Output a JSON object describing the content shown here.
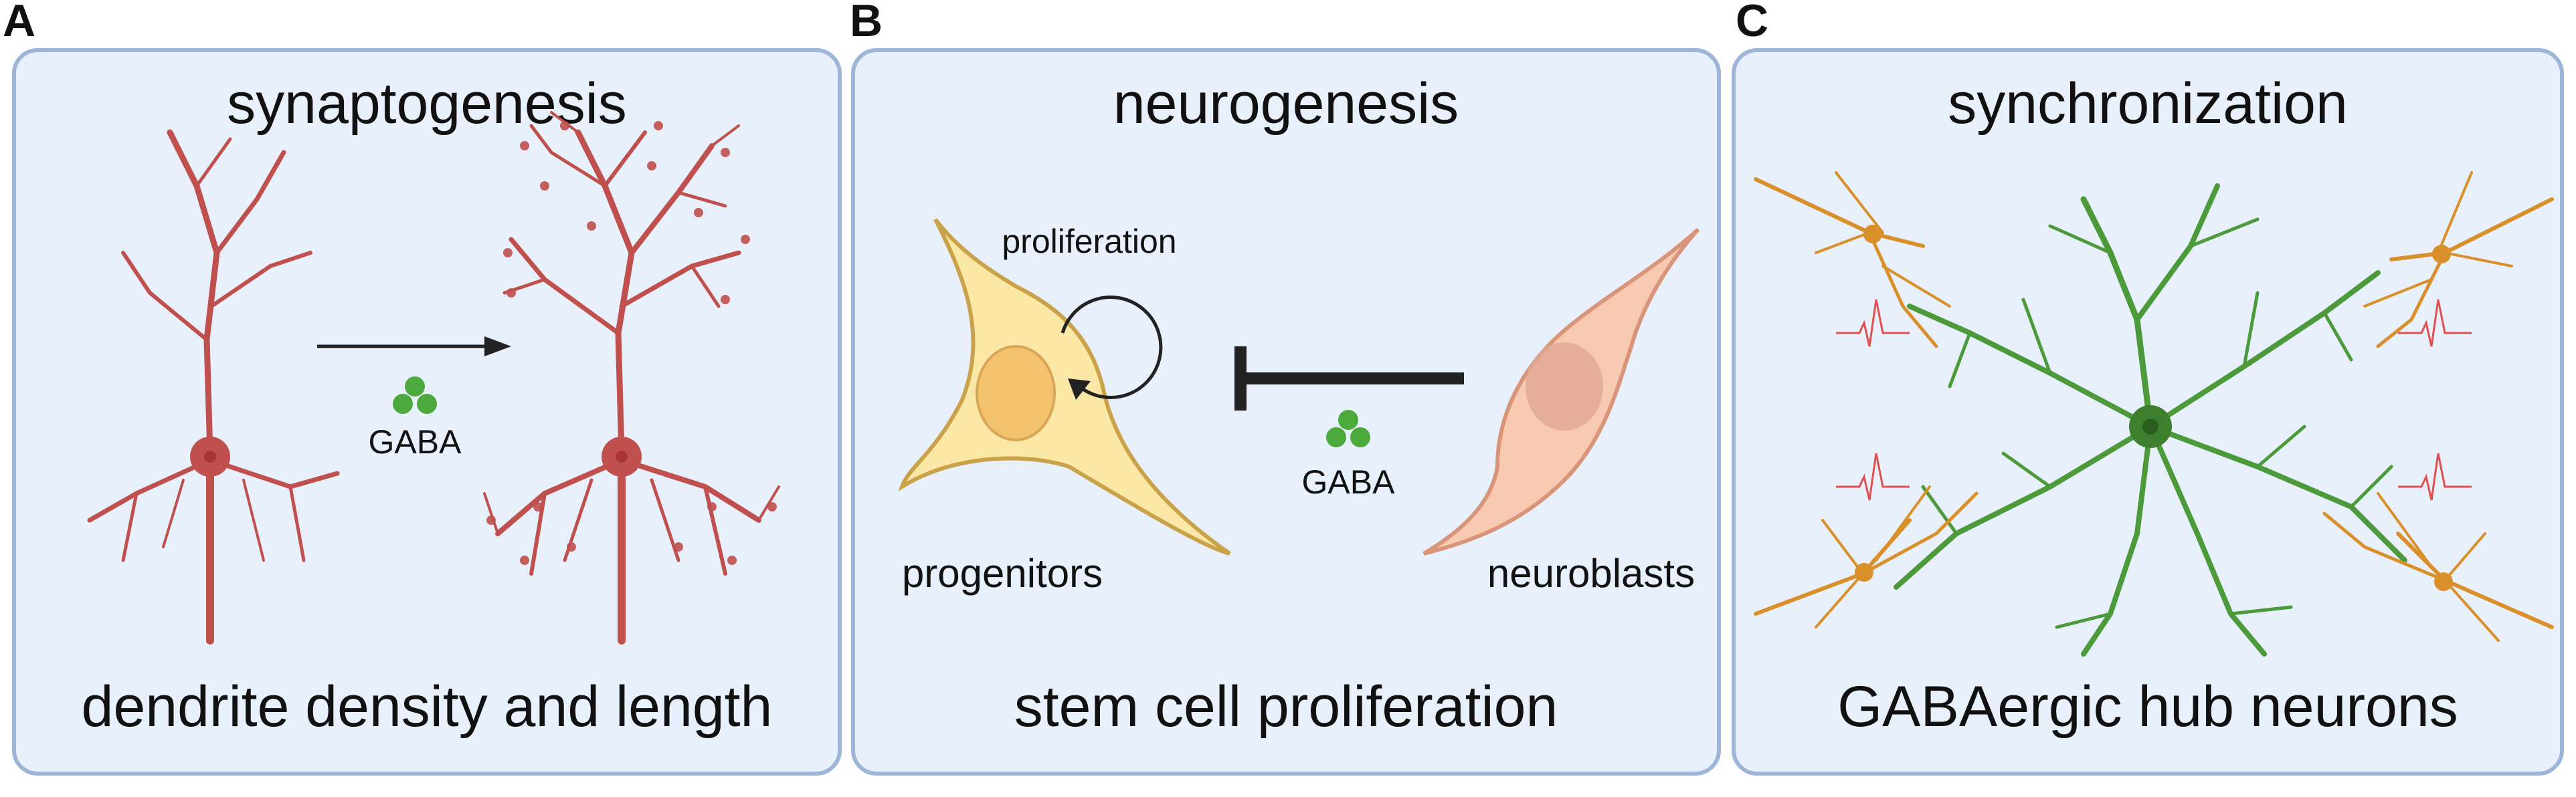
{
  "panels": [
    {
      "letter": "A",
      "title": "synaptogenesis",
      "footer": "dendrite density and length",
      "gaba": "GABA"
    },
    {
      "letter": "B",
      "title": "neurogenesis",
      "footer": "stem cell proliferation",
      "gaba": "GABA",
      "cycle_label": "proliferation",
      "left_cell": "progenitors",
      "right_cell": "neuroblasts"
    },
    {
      "letter": "C",
      "title": "synchronization",
      "footer": "GABAergic hub neurons"
    }
  ],
  "colors": {
    "panel_bg": "#e8f0fb",
    "panel_border": "#9fb5d8",
    "neuron_red": "#c0504d",
    "progenitor_yellow": "#fbe7a6",
    "neuroblast_peach": "#f7c9b0",
    "hub_green": "#4d9a3a",
    "neuron_orange": "#d9902a",
    "gaba_green": "#4caa3c",
    "ecg_red": "#e05050"
  }
}
